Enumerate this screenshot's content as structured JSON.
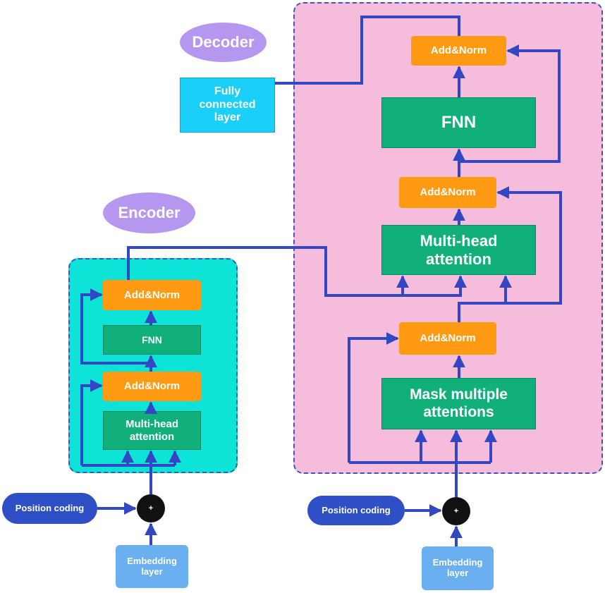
{
  "labels": {
    "decoder": "Decoder",
    "encoder": "Encoder",
    "fully_connected": "Fully\nconnected\nlayer",
    "enc_add_norm_top": "Add&Norm",
    "enc_fnn": "FNN",
    "enc_add_norm_bottom": "Add&Norm",
    "enc_mha": "Multi-head\nattention",
    "enc_position_coding": "Position coding",
    "enc_plus": "+",
    "enc_embedding": "Embedding\nlayer",
    "dec_add_norm_top": "Add&Norm",
    "dec_fnn": "FNN",
    "dec_add_norm_mid": "Add&Norm",
    "dec_mha": "Multi-head\nattention",
    "dec_add_norm_bottom": "Add&Norm",
    "dec_mask": "Mask multiple\nattentions",
    "dec_position_coding": "Position coding",
    "dec_plus": "+",
    "dec_embedding": "Embedding\nlayer"
  },
  "colors": {
    "arrow": "#3347c4",
    "encoder_bg": "#0ee3d8",
    "decoder_bg": "#f6bcdc",
    "add_norm": "#ff9a12",
    "block": "#11b07b",
    "fully_connected": "#1ad0f8",
    "position_coding": "#2f4fc7",
    "embedding": "#6aaff0",
    "title_ellipse": "#b697ef"
  }
}
